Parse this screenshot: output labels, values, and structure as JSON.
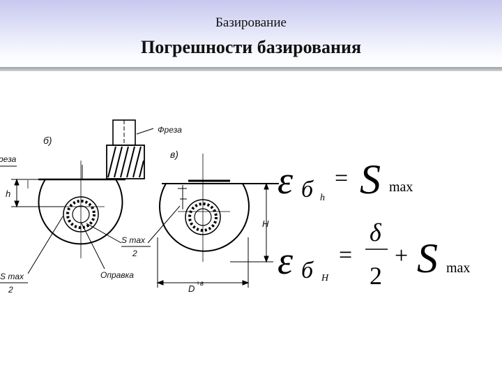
{
  "slide": {
    "subtitle": "Базирование",
    "title": "Погрешности базирования"
  },
  "diagram": {
    "labels": {
      "freza_top": "Фреза",
      "freza_left": "реза",
      "variant_b": "б)",
      "variant_v": "в)",
      "h": "h",
      "H": "H",
      "smax_left_top": "S max",
      "smax_left_bottom": "2",
      "smax_mid_top": "S max",
      "smax_mid_bottom": "2",
      "opravka": "Оправка",
      "dimension_d": "D",
      "dimension_d_sup": "+в"
    }
  },
  "formulas": {
    "f1": {
      "eps": "ε",
      "sub": "б",
      "subsub": "h",
      "eq": "=",
      "S": "S",
      "max": "max"
    },
    "f2": {
      "eps": "ε",
      "sub": "б",
      "subsub": "H",
      "eq": "=",
      "num": "δ",
      "den": "2",
      "plus": "+",
      "S": "S",
      "max": "max"
    }
  }
}
